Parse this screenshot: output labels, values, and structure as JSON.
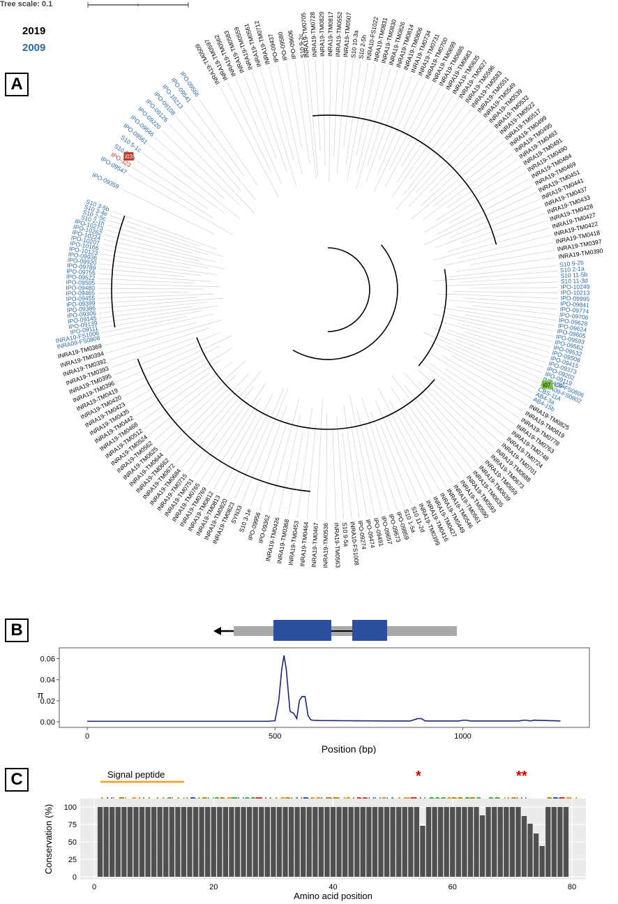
{
  "tree": {
    "scale_label": "Tree scale: 0.1",
    "legend": [
      {
        "label": "2019",
        "color": "#000000"
      },
      {
        "label": "2009",
        "color": "#2e6aa8"
      }
    ],
    "highlight_03": "i03",
    "highlight_07": "i07",
    "top_left_labels": [
      "INRA19-TM0509",
      "INRA19-TM0597",
      "INRA19-TM0562",
      "INRA19-TM0583",
      "INRA19-TM0559",
      "INRA19-TM0561",
      "INRA19-TM0712",
      "IPO-09437",
      "IPO-09580",
      "IPO-09606",
      "S10 9-2c"
    ],
    "blue_cluster_tl": [
      "S10 8-1a",
      "S10 5-1c",
      "IPO-09561",
      "IPO-09546",
      "IPO-09220",
      "IPO-09126",
      "IPO-09108",
      "IPO-10213",
      "IPO-09541",
      "IPO-09566"
    ],
    "red_labels": [
      "IPO-323"
    ],
    "blue_after_red": [
      "IPO-09359",
      "IPO-09547"
    ],
    "top_labels": [
      "INRA19-TM0705",
      "INRA19-TM0728",
      "INRA19-TM0829",
      "INRA19-TM0817",
      "INRA19-TM0552",
      "INRA19-TM0507",
      "S10 10-3a",
      "S10 2-5h",
      "INRA10-FS1022",
      "INRA19-TM0831",
      "INRA19-TM0830",
      "INRA19-TM0826",
      "INRA19-TM0814",
      "INRA19-TM0806",
      "INRA19-TM0734",
      "INRA19-TM0731",
      "INRA19-TM0700",
      "INRA19-TM0699",
      "INRA19-TM0685",
      "INRA19-TM0683",
      "INRA19-TM0635",
      "INRA19-TM0627",
      "INRA19-TM0596",
      "INRA19-TM0583",
      "INRA19-TM0551",
      "INRA19-TM0549",
      "INRA19-TM0539",
      "INRA19-TM0532",
      "INRA19-TM0522",
      "INRA19-TM0517",
      "INRA19-TM0499",
      "INRA19-TM0495",
      "INRA19-TM0493",
      "INRA19-TM0491",
      "INRA19-TM0490",
      "INRA19-TM0484",
      "INRA19-TM0469",
      "INRA19-TM0451",
      "INRA19-TM0441",
      "INRA19-TM0437",
      "INRA19-TM0433",
      "INRA19-TM0428",
      "INRA19-TM0427",
      "INRA19-TM0422",
      "INRA19-TM0418",
      "INRA19-TM0397",
      "INRA19-TM0390"
    ],
    "right_blue": [
      "S10 9-2b",
      "S10 2-1a",
      "S10 11-5b",
      "S10 11-3d",
      "IPO-10249",
      "IPO-10213",
      "IPO-09995",
      "IPO-09841",
      "IPO-09774",
      "IPO-09706",
      "IPO-09628",
      "IPO-09624",
      "IPO-09605",
      "IPO-09593",
      "IPO-09562",
      "IPO-09532",
      "IPO-09508",
      "IPO-09415",
      "IPO-09373",
      "IPO-09202",
      "IPO-09119",
      "INRA09-FS0806",
      "INRA09-FS0802",
      "CBS-11A",
      "AB4-3a",
      "AB4-15b"
    ],
    "right_label_07": "CB1",
    "bottom_right": [
      "INRA19-TM0825",
      "INRA19-TM0819",
      "INRA19-TM0778",
      "INRA19-TM0763",
      "INRA19-TM0748",
      "INRA19-TM0724",
      "INRA19-TM0701",
      "INRA19-TM0688",
      "INRA19-TM0673",
      "INRA19-TM0659",
      "INRA19-TM0639",
      "INRA19-TM0635",
      "INRA19-TM0593",
      "INRA19-TM0590",
      "INRA19-TM0561",
      "INRA19-TM0546",
      "INRA19-TM0449",
      "INRA19-TM0427",
      "INRA19-TM0416",
      "INRA19-TM0399",
      "S10 11-2d",
      "S10 1-5a",
      "IPO-09859",
      "IPO-09673",
      "IPO-09657",
      "IPO-09491",
      "IPO-09474",
      "IPO-09274",
      "INRA10-FS1008",
      "S10 9-5a"
    ],
    "bottom_center": [
      "INRA19-TM0563",
      "INRA19-TM0536",
      "INRA19-TM0467",
      "INRA19-TM0464",
      "INRA19-TM0453",
      "INRA19-TM0368",
      "INRA19-TM0426",
      "IPO-09362",
      "IPO-09956",
      "S10 3-1e",
      "SYN33"
    ],
    "bottom_left": [
      "INRA19-TM0823",
      "INRA19-TM0820",
      "INRA19-TM0813",
      "INRA19-TM0812",
      "INRA19-TM0769",
      "INRA19-TM0765",
      "INRA19-TM0751",
      "INRA19-TM0715",
      "INRA19-TM0684",
      "INRA19-TM0672",
      "INRA19-TM0662",
      "INRA19-TM0644",
      "INRA19-TM0625",
      "INRA19-TM0562",
      "INRA19-TM0524",
      "INRA19-TM0512",
      "INRA19-TM0468",
      "INRA19-TM0442",
      "INRA19-TM0435",
      "INRA19-TM0423",
      "INRA19-TM0420",
      "INRA19-TM0419",
      "INRA19-TM0396",
      "INRA19-TM0395",
      "INRA19-TM0393",
      "INRA19-TM0392",
      "INRA19-TM0394",
      "INRA19-TM0369"
    ],
    "left_blue": [
      "INRA09-FS0808",
      "INRA10-FS1006",
      "IPO-09111",
      "IPO-09139",
      "IPO-09145",
      "IPO-09306",
      "IPO-09386",
      "IPO-09399",
      "IPO-09455",
      "IPO-09465",
      "IPO-09480",
      "IPO-09505",
      "IPO-09522",
      "IPO-09755",
      "IPO-09789",
      "IPO-09920",
      "IPO-09936",
      "IPO-10123",
      "IPO-10166",
      "IPO-10207",
      "IPO-10224",
      "IPO-10262",
      "IPO-10273",
      "S10 2-1h",
      "S10 2-5c",
      "S10 3-4e",
      "S10 3-5b"
    ]
  },
  "panels": {
    "a": "A",
    "b": "B",
    "c": "C"
  },
  "diversity": {
    "ylabel": "π",
    "xlabel": "Position (bp)",
    "x_ticks": [
      "0",
      "500",
      "1000"
    ],
    "y_ticks": [
      "0.00",
      "0.02",
      "0.04",
      "0.06"
    ],
    "line_color": "#1a237e"
  },
  "chart_data": [
    {
      "type": "line",
      "title": "",
      "xlabel": "Position (bp)",
      "ylabel": "π",
      "xlim": [
        0,
        1300
      ],
      "ylim": [
        0,
        0.065
      ],
      "series": [
        {
          "x": [
            0,
            100,
            200,
            300,
            400,
            480,
            500,
            510,
            518,
            524,
            530,
            540,
            550,
            558,
            565,
            572,
            580,
            588,
            595,
            600,
            620,
            700,
            800,
            860,
            880,
            890,
            900,
            950,
            990,
            1000,
            1010,
            1020,
            1100,
            1150,
            1160,
            1170,
            1180,
            1190,
            1260
          ],
          "y": [
            0.0005,
            0.0005,
            0.0005,
            0.0005,
            0.0005,
            0.0005,
            0.001,
            0.02,
            0.05,
            0.063,
            0.05,
            0.01,
            0.008,
            0.003,
            0.02,
            0.024,
            0.024,
            0.006,
            0.002,
            0.0015,
            0.0012,
            0.001,
            0.0008,
            0.0008,
            0.003,
            0.003,
            0.0008,
            0.0008,
            0.0008,
            0.0015,
            0.0015,
            0.0008,
            0.0008,
            0.0008,
            0.0015,
            0.0015,
            0.0008,
            0.0015,
            0.0008
          ]
        }
      ]
    },
    {
      "type": "bar",
      "title": "",
      "xlabel": "Amino acid position",
      "ylabel": "Conservation (%)",
      "ylim": [
        0,
        100
      ],
      "xlim": [
        0,
        80
      ],
      "x_ticks": [
        "0",
        "20",
        "40",
        "60",
        "80"
      ],
      "y_ticks": [
        "0",
        "25",
        "50",
        "75",
        "100"
      ],
      "values": [
        100,
        100,
        100,
        100,
        100,
        100,
        100,
        100,
        100,
        100,
        100,
        100,
        100,
        100,
        100,
        100,
        100,
        100,
        100,
        100,
        100,
        100,
        100,
        100,
        100,
        100,
        100,
        100,
        100,
        100,
        100,
        100,
        100,
        100,
        100,
        100,
        100,
        100,
        100,
        100,
        100,
        100,
        100,
        100,
        100,
        100,
        100,
        100,
        100,
        100,
        100,
        100,
        100,
        100,
        73,
        100,
        100,
        100,
        100,
        100,
        100,
        100,
        100,
        100,
        88,
        100,
        100,
        100,
        100,
        100,
        100,
        87,
        76,
        62,
        44,
        100,
        100,
        100,
        100
      ],
      "bar_color": "#505050"
    }
  ],
  "logo": {
    "signal_peptide_label": "Signal peptide",
    "star_single": "*",
    "star_double": "**",
    "sequence": "MKLFICAMLAASVVARAPYSPCTHGGEWAACPYWRCCHPFVCADDKHCHLMCEWGGQGCPPGFSCGQVAPWDKTNPRECV"
  }
}
